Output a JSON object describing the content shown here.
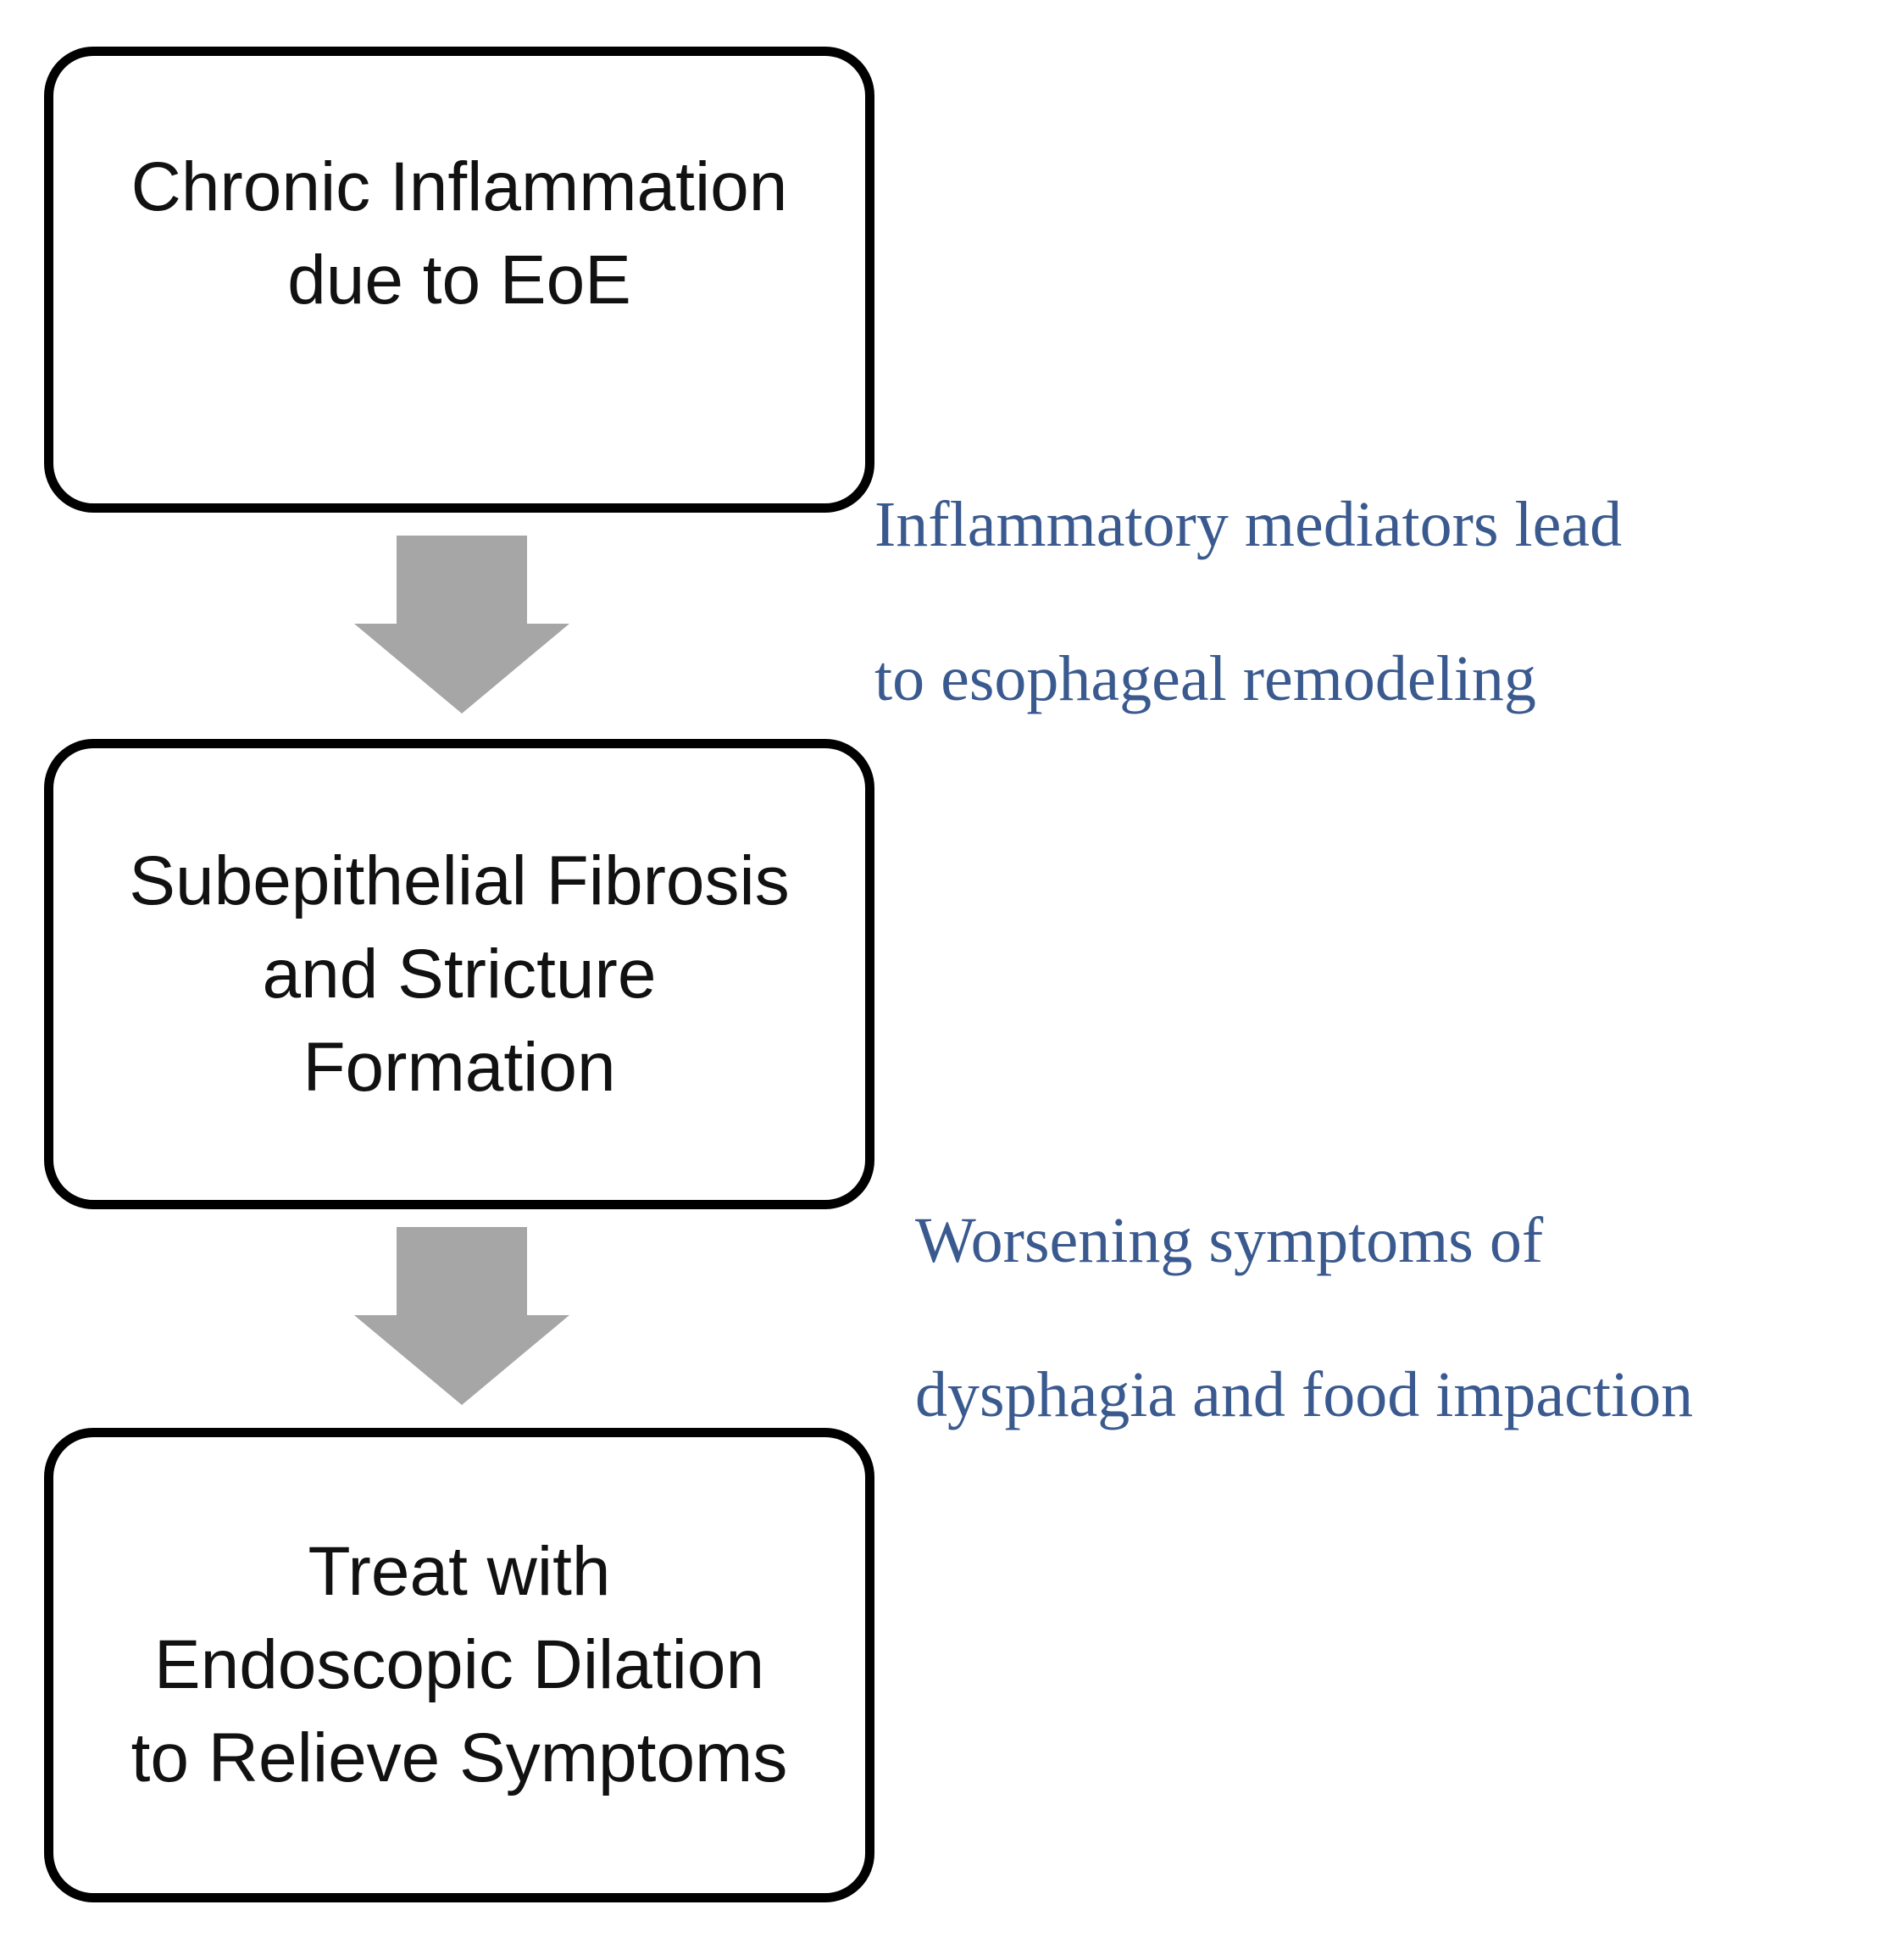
{
  "steps": [
    {
      "text": "Chronic Inflammation\ndue to EoE"
    },
    {
      "text": "Subepithelial Fibrosis\nand Stricture\nFormation"
    },
    {
      "text": "Treat with\nEndoscopic Dilation\nto Relieve Symptoms"
    }
  ],
  "annotations": [
    {
      "text": "Inflammatory mediators lead\nto esophageal remodeling"
    },
    {
      "text": "Worsening symptoms of\ndysphagia and food impaction"
    }
  ],
  "colors": {
    "box_border": "#000000",
    "arrow_fill": "#a6a6a6",
    "annotation_text": "#3a5a8f"
  }
}
